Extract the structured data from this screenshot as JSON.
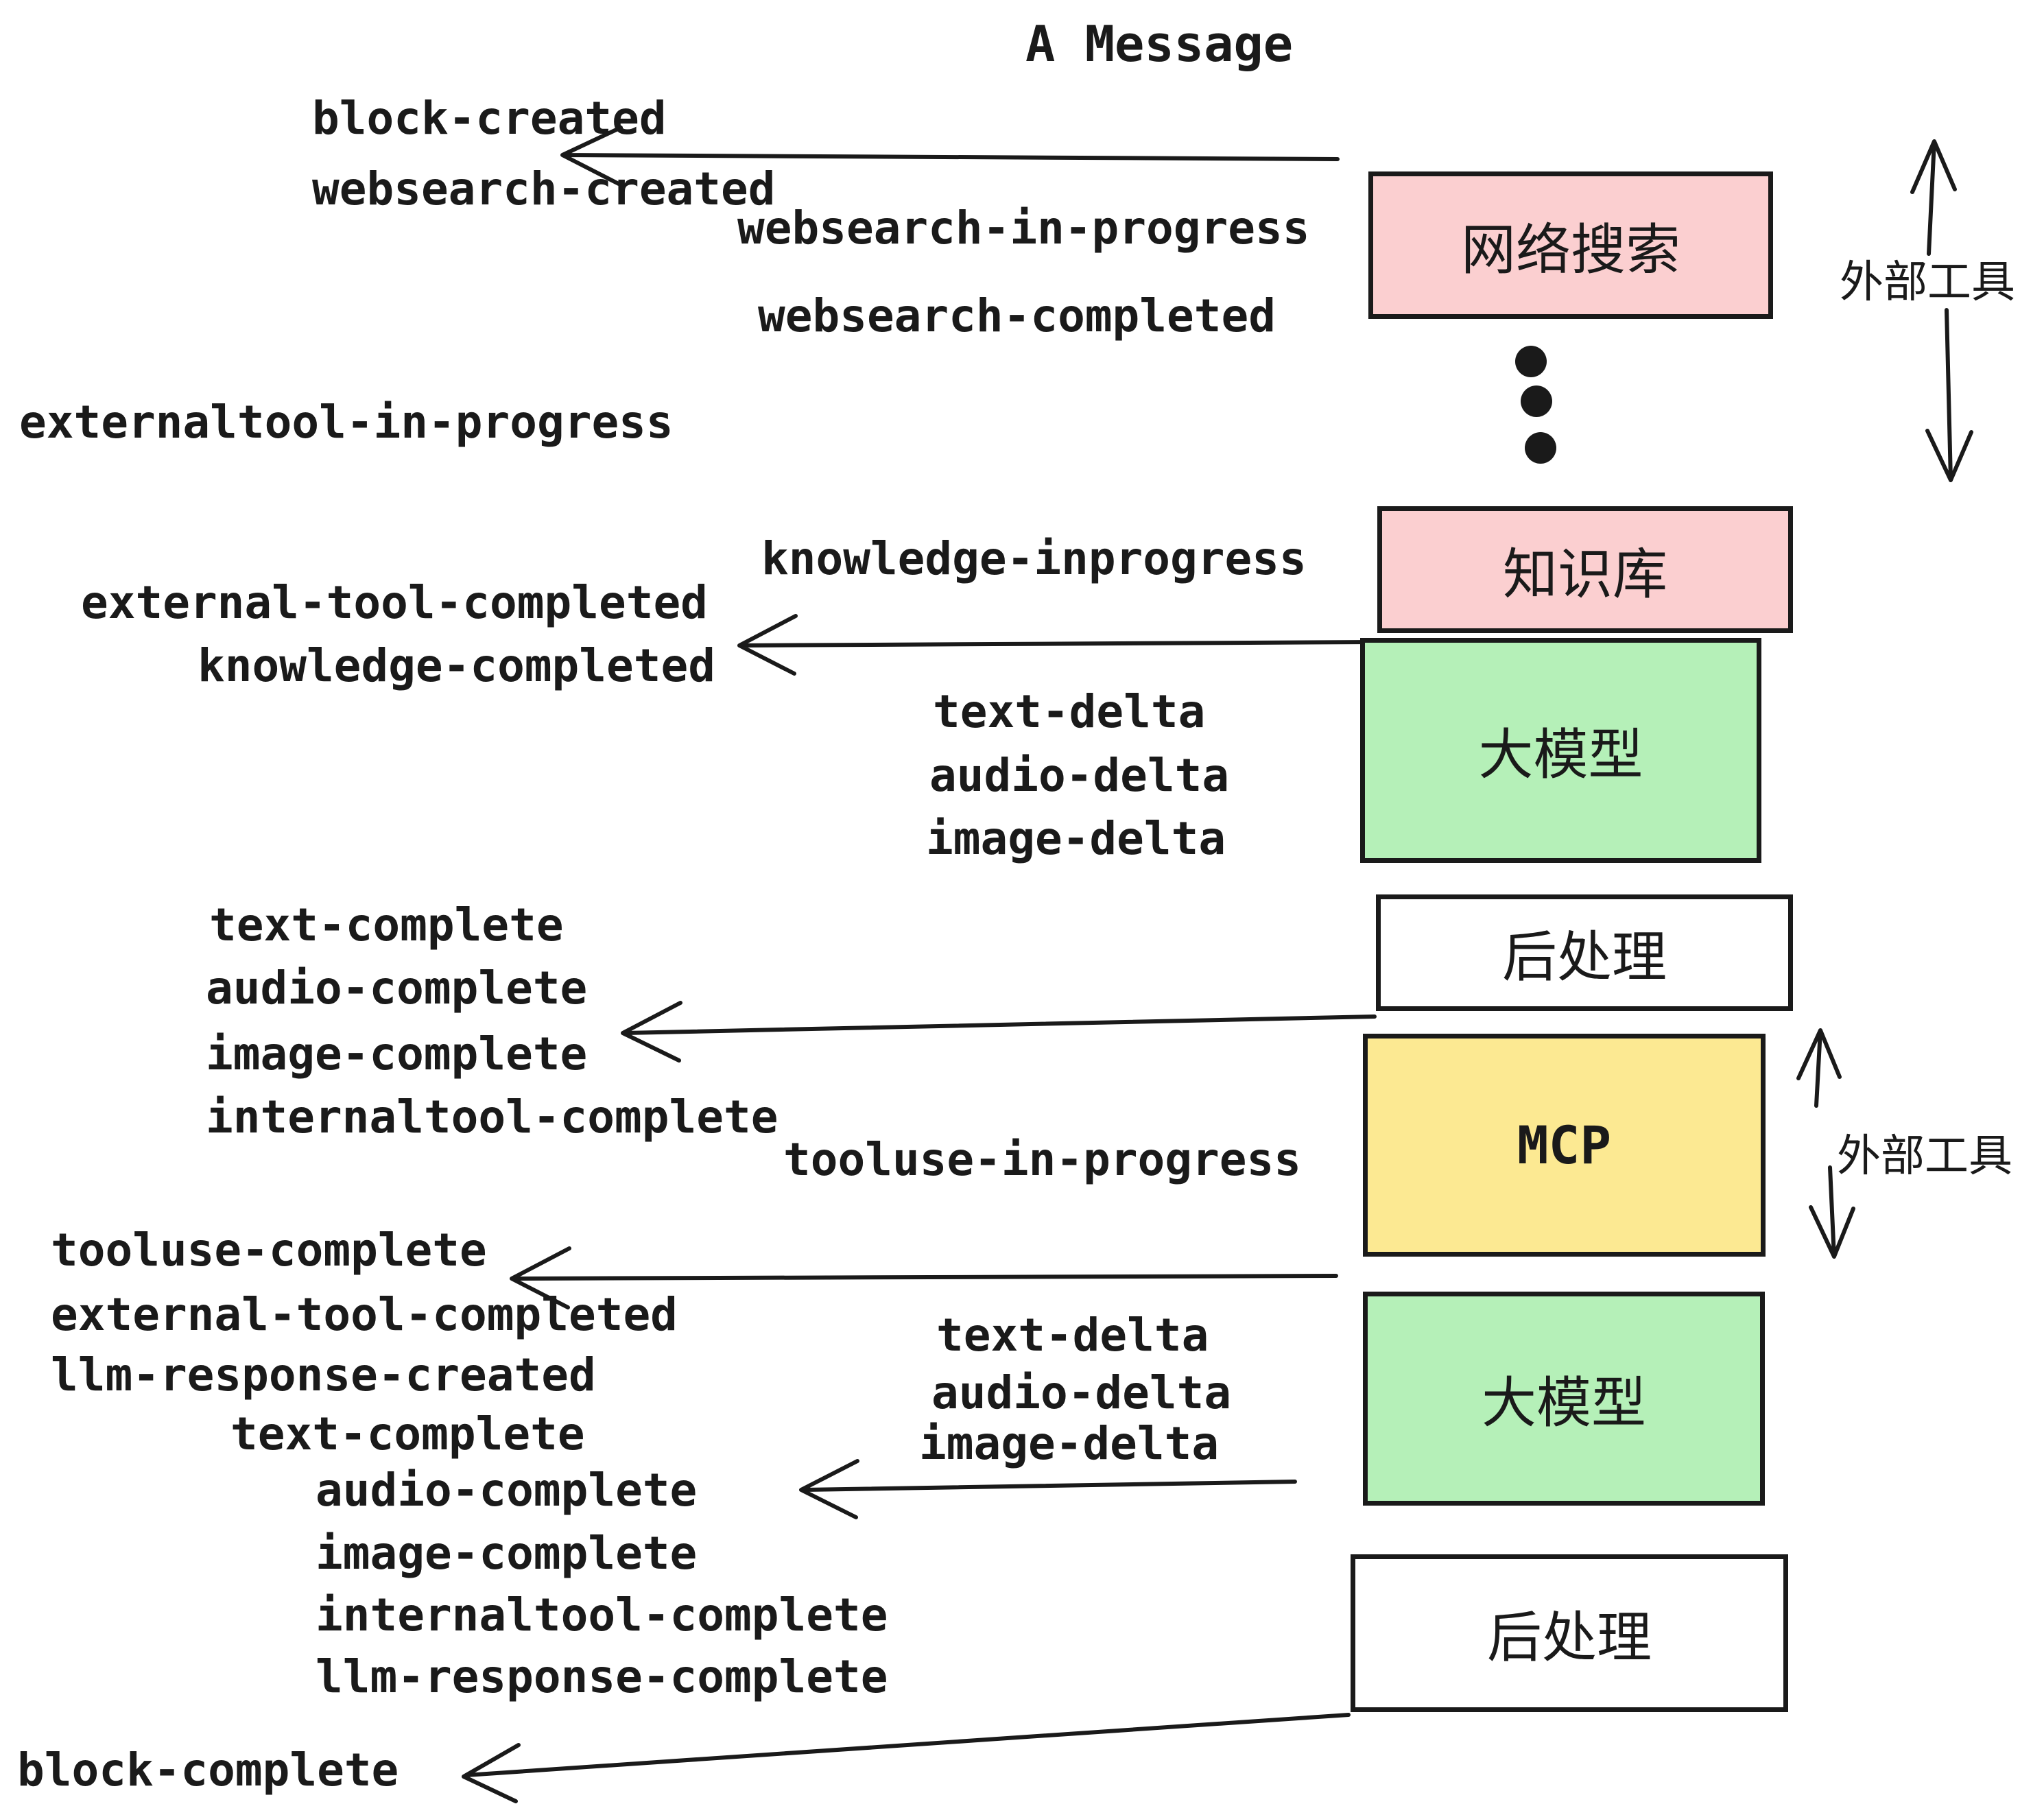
{
  "title": "A Message",
  "nodes": {
    "websearch": "网络搜索",
    "knowledge": "知识库",
    "llm1": "大模型",
    "post1": "后处理",
    "mcp": "MCP",
    "llm2": "大模型",
    "post2": "后处理"
  },
  "side_labels": {
    "external_tools_top": "外部工具",
    "external_tools_bottom": "外部工具"
  },
  "events": {
    "block_created": "block-created",
    "websearch_created": "websearch-created",
    "websearch_in_progress": "websearch-in-progress",
    "websearch_completed": "websearch-completed",
    "externaltool_in_progress": "externaltool-in-progress",
    "knowledge_inprogress": "knowledge-inprogress",
    "external_tool_completed": "external-tool-completed",
    "knowledge_completed": "knowledge-completed",
    "text_delta_top": "text-delta",
    "audio_delta_top": "audio-delta",
    "image_delta_top": "image-delta",
    "text_complete_top": "text-complete",
    "audio_complete_top": "audio-complete",
    "image_complete_top": "image-complete",
    "internaltool_complete_top": "internaltool-complete",
    "tooluse_in_progress": "tooluse-in-progress",
    "tooluse_complete": "tooluse-complete",
    "external_tool_completed_2": "external-tool-completed",
    "llm_response_created": "llm-response-created",
    "text_complete_bottom": "text-complete",
    "text_delta_bottom": "text-delta",
    "audio_delta_bottom": "audio-delta",
    "image_delta_bottom": "image-delta",
    "audio_complete_bottom": "audio-complete",
    "image_complete_bottom": "image-complete",
    "internaltool_complete_bottom": "internaltool-complete",
    "llm_response_complete": "llm-response-complete",
    "block_complete": "block-complete"
  },
  "colors": {
    "pink": "#fbcfd0",
    "green": "#b5f0b8",
    "yellow": "#fce992",
    "white": "#ffffff",
    "ink": "#1a1a1a"
  }
}
